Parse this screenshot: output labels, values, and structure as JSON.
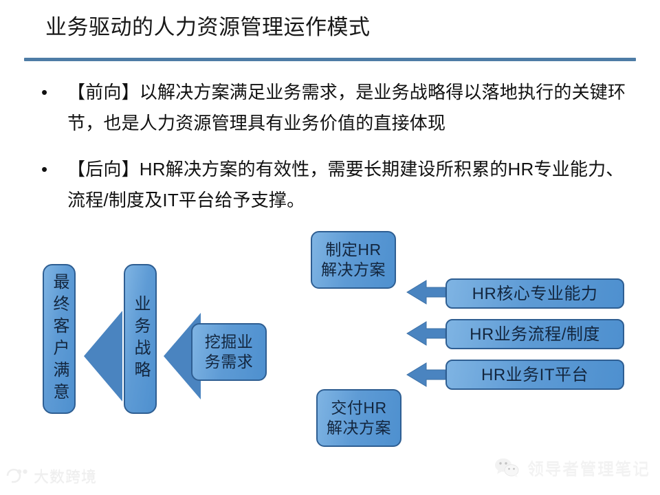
{
  "slide": {
    "title": "业务驱动的人力资源管理运作模式",
    "background_color": "#FFFFFF",
    "rule_color": "#4E7CA6"
  },
  "bullets": [
    {
      "marker": "•",
      "text": "【前向】以解决方案满足业务需求，是业务战略得以落地执行的关键环节，也是人力资源管理具有业务价值的直接体现"
    },
    {
      "marker": "•",
      "text": "【后向】HR解决方案的有效性，需要长期建设所积累的HR专业能力、流程/制度及IT平台给予支撑。"
    }
  ],
  "diagram": {
    "box_fill": "#5E9BD5",
    "box_border": "#2E5E92",
    "arrow_color": "#4A84C0",
    "text_color": "#13263E",
    "boxes": {
      "final_customer": "最终客户满意",
      "business_strategy": "业务战略",
      "discover_needs": "挖掘业务需求",
      "design_hr_solution": "制定HR\n解决方案",
      "deliver_hr_solution": "交付HR\n解决方案",
      "core_capability": "HR核心专业能力",
      "process_system": "HR业务流程/制度",
      "it_platform": "HR业务IT平台"
    }
  },
  "watermarks": {
    "left": {
      "icon": "dashuji-logo-icon",
      "text": "大数跨境"
    },
    "right": {
      "icon": "wechat-icon",
      "text": "领导者管理笔记"
    }
  }
}
